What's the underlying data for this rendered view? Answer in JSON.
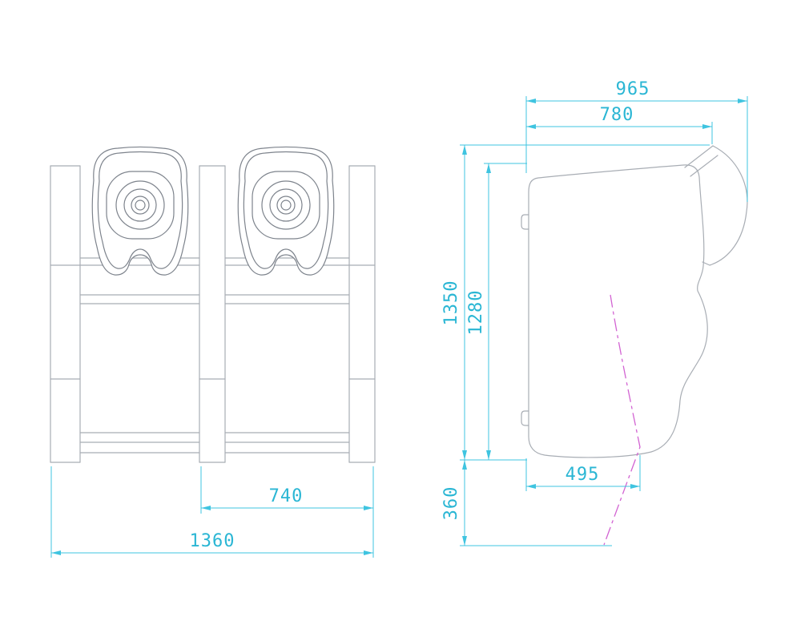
{
  "drawing": {
    "kind": "cad-technical-drawing",
    "views": {
      "front": {
        "label": "front-view-dual-seat-unit"
      },
      "side": {
        "label": "side-view-seat-profile"
      }
    },
    "dimensions": {
      "overall_width": "1360",
      "section_width": "740",
      "total_depth": "965",
      "body_depth": "780",
      "total_height": "1350",
      "body_height": "1280",
      "base_height": "360",
      "cushion_depth": "495"
    },
    "colors": {
      "outline_light": "#a8adb4",
      "outline_dark": "#7d838c",
      "dimension": "#3fc4e0",
      "dimension_text": "#2ab6d4",
      "centerline": "#d263d2",
      "background": "#ffffff"
    }
  }
}
